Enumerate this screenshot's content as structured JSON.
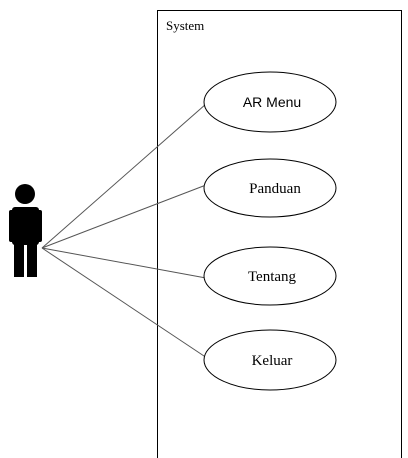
{
  "diagram": {
    "system": {
      "label": "System"
    },
    "actor": {
      "icon": "actor-person-icon"
    },
    "use_cases": [
      {
        "label": "AR Menu"
      },
      {
        "label": "Panduan"
      },
      {
        "label": "Tentang"
      },
      {
        "label": "Keluar"
      }
    ]
  }
}
